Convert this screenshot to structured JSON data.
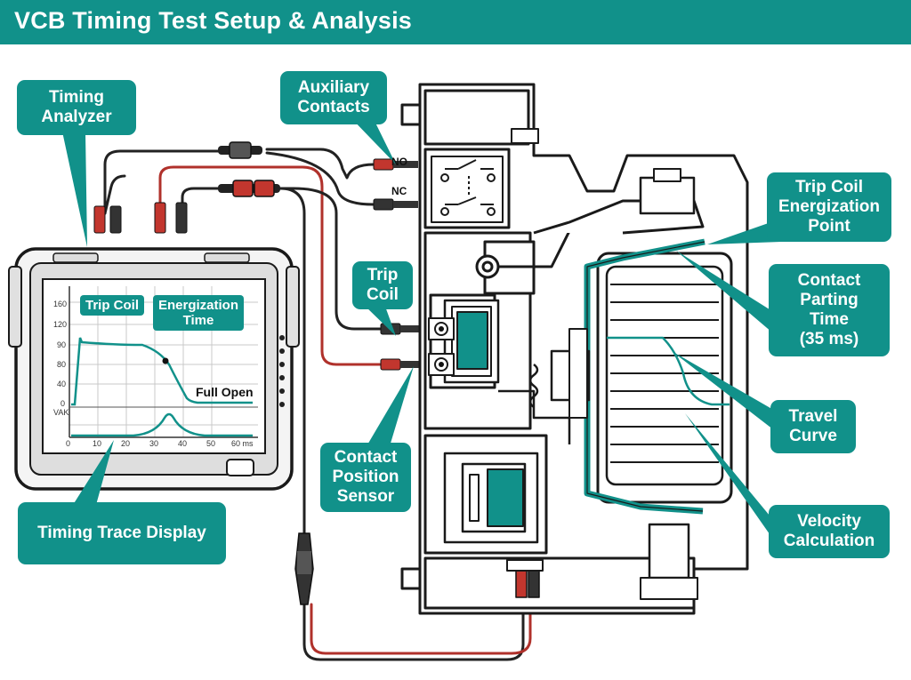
{
  "title": "VCB Timing Test Setup & Analysis",
  "callouts": {
    "timing_analyzer": "Timing\nAnalyzer",
    "auxiliary_contacts": "Auxiliary\nContacts",
    "trip_coil": "Trip\nCoil",
    "trip_coil_energization_point": "Trip Coil\nEnergization\nPoint",
    "contact_parting_time": "Contact\nParting\nTime\n(35 ms)",
    "travel_curve": "Travel\nCurve",
    "velocity_calculation": "Velocity\nCalculation",
    "contact_position_sensor": "Contact\nPosition\nSensor",
    "timing_trace_display": "Timing Trace Display"
  },
  "wire_labels": {
    "no": "NO",
    "nc": "NC"
  },
  "screen": {
    "trip_coil_label": "Trip Coil",
    "energization_label": "Energization\nTime",
    "full_open_label": "Full Open",
    "y_ticks_upper": [
      "160",
      "120",
      "90",
      "80",
      "40",
      "0"
    ],
    "y_label_lower": "VAK",
    "x_ticks": [
      "0",
      "10",
      "20",
      "30",
      "40",
      "50",
      "60 ms"
    ]
  },
  "colors": {
    "teal": "#11918a",
    "wire_red": "#b0312b",
    "wire_black": "#222222",
    "outline": "#1a1a1a"
  }
}
